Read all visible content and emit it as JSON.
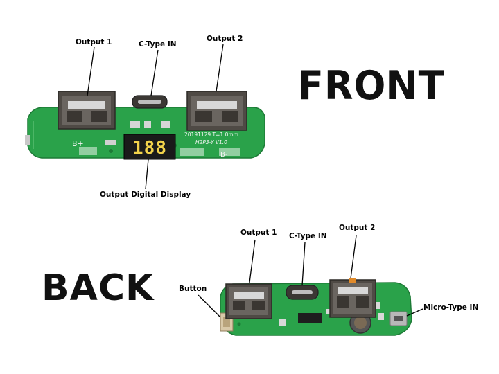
{
  "front": {
    "title": "FRONT",
    "labels": {
      "output1": "Output 1",
      "ctype_in": "C-Type IN",
      "output2": "Output 2",
      "display": "Output Digital Display"
    },
    "board_text": {
      "b_plus": "B+",
      "b_minus": "B-",
      "date": "20191129  T=1.0mm",
      "model": "H2P3-Y  V1.0",
      "display_value": "188"
    }
  },
  "back": {
    "title": "BACK",
    "labels": {
      "output1": "Output 1",
      "ctype_in": "C-Type IN",
      "output2": "Output 2",
      "button": "Button",
      "micro_in": "Micro-Type IN"
    }
  },
  "colors": {
    "pcb_green": "#2aa24a",
    "pcb_dark": "#1d7a36",
    "usb_metal": "#5a5550",
    "display_digit": "#f2d24b"
  }
}
